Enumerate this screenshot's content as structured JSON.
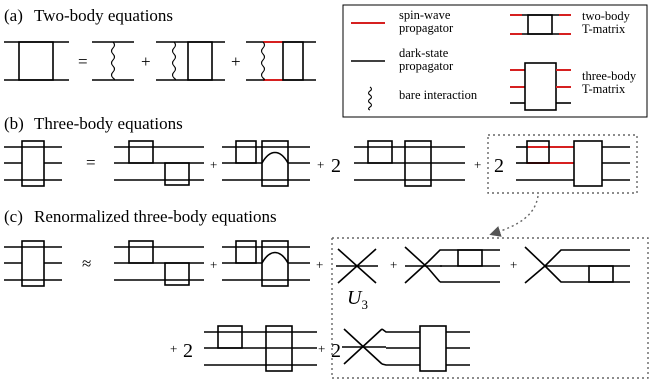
{
  "panel_a": {
    "label": "(a)",
    "title": "Two-body equations"
  },
  "panel_b": {
    "label": "(b)",
    "title": "Three-body equations"
  },
  "panel_c": {
    "label": "(c)",
    "title": "Renormalized three-body equations"
  },
  "legend": {
    "spin_wave": [
      "spin-wave",
      "propagator"
    ],
    "dark_state": [
      "dark-state",
      "propagator"
    ],
    "bare": "bare interaction",
    "two_body": [
      "two-body",
      "T-matrix"
    ],
    "three_body": [
      "three-body",
      "T-matrix"
    ]
  },
  "symbols": {
    "equals": "=",
    "approx": "≈",
    "plus": "+",
    "two": "2",
    "u3_main": "U",
    "u3_sub": "3"
  },
  "colors": {
    "spin_wave": "#d62020",
    "dark_state": "#000000",
    "dashed_box": "#666666"
  }
}
